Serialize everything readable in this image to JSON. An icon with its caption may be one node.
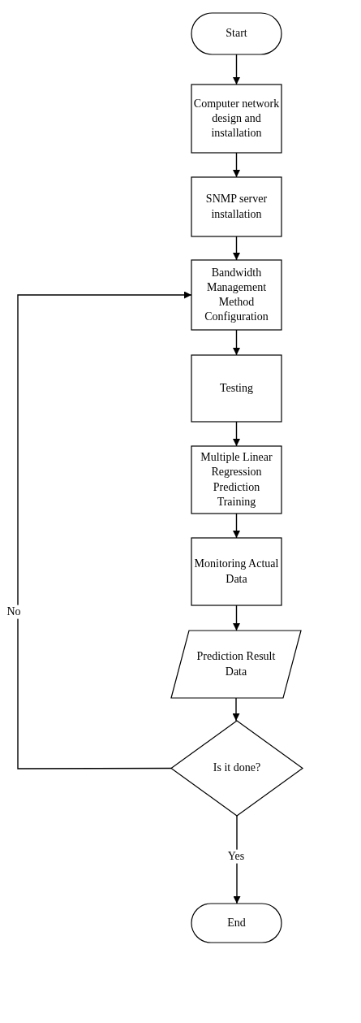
{
  "diagram": {
    "nodes": [
      {
        "text": [
          "Start"
        ]
      },
      {
        "text": [
          "Computer network design and installation"
        ]
      },
      {
        "text": [
          "SNMP server installation"
        ]
      },
      {
        "text": [
          "Bandwidth Management Method Configuration"
        ]
      },
      {
        "text": [
          "Testing"
        ]
      },
      {
        "text": [
          "Multiple Linear Regression Prediction Training"
        ]
      },
      {
        "text": [
          "Monitoring Actual Data"
        ]
      },
      {
        "text": [
          "Prediction Result Data"
        ]
      },
      {
        "text": [
          "Is it done?"
        ]
      },
      {
        "text": [
          "End"
        ]
      }
    ],
    "edges": [
      {
        "from": 0,
        "to": 1,
        "arrow": "to"
      },
      {
        "from": 1,
        "to": 2,
        "arrow": "to"
      },
      {
        "from": 2,
        "to": 3,
        "arrow": "to"
      },
      {
        "from": 3,
        "to": 4,
        "arrow": "to"
      },
      {
        "from": 4,
        "to": 5,
        "arrow": "to"
      },
      {
        "from": 5,
        "to": 6,
        "arrow": "to"
      },
      {
        "from": 6,
        "to": 7,
        "arrow": "to"
      },
      {
        "from": 7,
        "to": 8,
        "arrow": "to"
      },
      {
        "from": 8,
        "to": 9,
        "label": "Yes",
        "arrow": "to"
      },
      {
        "from": 8,
        "to": 3,
        "label": "No",
        "arrow": "to"
      }
    ]
  }
}
